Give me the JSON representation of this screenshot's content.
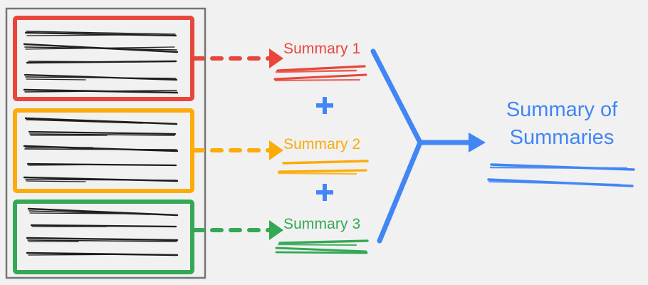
{
  "diagram": {
    "title": "Hierarchical summarization: multiple document chunks summarized then combined",
    "background_color": "#f1f1f1",
    "colors": {
      "red": "#e8463a",
      "orange": "#fbab0a",
      "green": "#34a853",
      "blue": "#4285f4",
      "document_border": "#757575",
      "text_line": "#1f1f1f"
    },
    "document": {
      "name": "source-document",
      "chunks": [
        {
          "id": "chunk-1",
          "color_name": "red",
          "color": "#e8463a",
          "text_line_count": 5
        },
        {
          "id": "chunk-2",
          "color_name": "orange",
          "color": "#fbab0a",
          "text_line_count": 5
        },
        {
          "id": "chunk-3",
          "color_name": "green",
          "color": "#34a853",
          "text_line_count": 4
        }
      ]
    },
    "connectors": [
      {
        "id": "connector-1",
        "style": "dashed",
        "color": "#e8463a",
        "arrowhead": "triangle"
      },
      {
        "id": "connector-2",
        "style": "dashed",
        "color": "#fbab0a",
        "arrowhead": "triangle"
      },
      {
        "id": "connector-3",
        "style": "dashed",
        "color": "#34a853",
        "arrowhead": "triangle"
      }
    ],
    "summaries": [
      {
        "id": "summary-1",
        "label": "Summary 1",
        "color": "#e8463a",
        "underline_stroke_count": 4
      },
      {
        "id": "summary-2",
        "label": "Summary 2",
        "color": "#fbab0a",
        "underline_stroke_count": 3
      },
      {
        "id": "summary-3",
        "label": "Summary 3",
        "color": "#34a853",
        "underline_stroke_count": 4
      }
    ],
    "operators": [
      {
        "id": "plus-1",
        "symbol": "+",
        "color": "#4285f4"
      },
      {
        "id": "plus-2",
        "symbol": "+",
        "color": "#4285f4"
      }
    ],
    "merge_arrow": {
      "id": "merge-arrow",
      "shape": "y-converge-right",
      "color": "#4285f4",
      "arrowhead": "triangle"
    },
    "result": {
      "id": "summary-of-summaries",
      "label_line_1": "Summary of",
      "label_line_2": "Summaries",
      "color": "#4285f4",
      "underline_stroke_count": 4
    }
  }
}
